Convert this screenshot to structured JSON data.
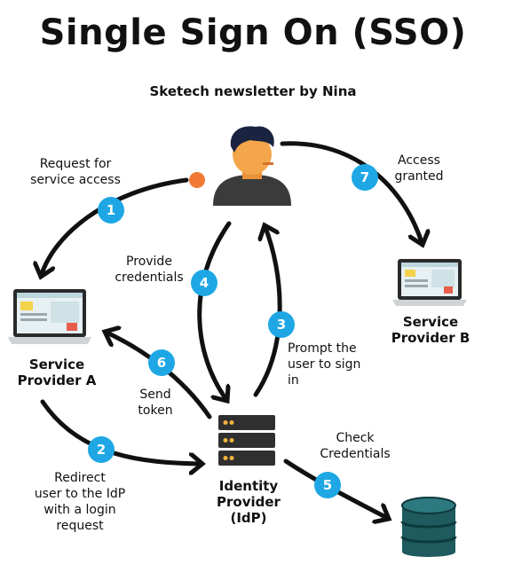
{
  "title": "Single Sign On (SSO)",
  "subtitle": "Sketech newsletter by Nina",
  "nodes": {
    "sp_a": "Service\nProvider A",
    "sp_b": "Service\nProvider B",
    "idp": "Identity\nProvider\n(IdP)"
  },
  "steps": [
    {
      "num": "1",
      "label": "Request for\nservice access"
    },
    {
      "num": "2",
      "label": "Redirect\nuser to the IdP\nwith a login\nrequest"
    },
    {
      "num": "3",
      "label": "Prompt the\nuser to sign\nin"
    },
    {
      "num": "4",
      "label": "Provide\ncredentials"
    },
    {
      "num": "5",
      "label": "Check\nCredentials"
    },
    {
      "num": "6",
      "label": "Send\ntoken"
    },
    {
      "num": "7",
      "label": "Access\ngranted"
    }
  ],
  "icons": [
    "user-icon",
    "laptop-icon",
    "server-icon",
    "database-icon"
  ],
  "colors": {
    "step_circle": "#1ea7e4",
    "arrow": "#111111",
    "database": "#1e5a5e",
    "server": "#2f2f2f",
    "skin": "#f4a64a",
    "shirt": "#3b3b3b",
    "hair": "#1a2340",
    "dot": "#f07a34"
  }
}
